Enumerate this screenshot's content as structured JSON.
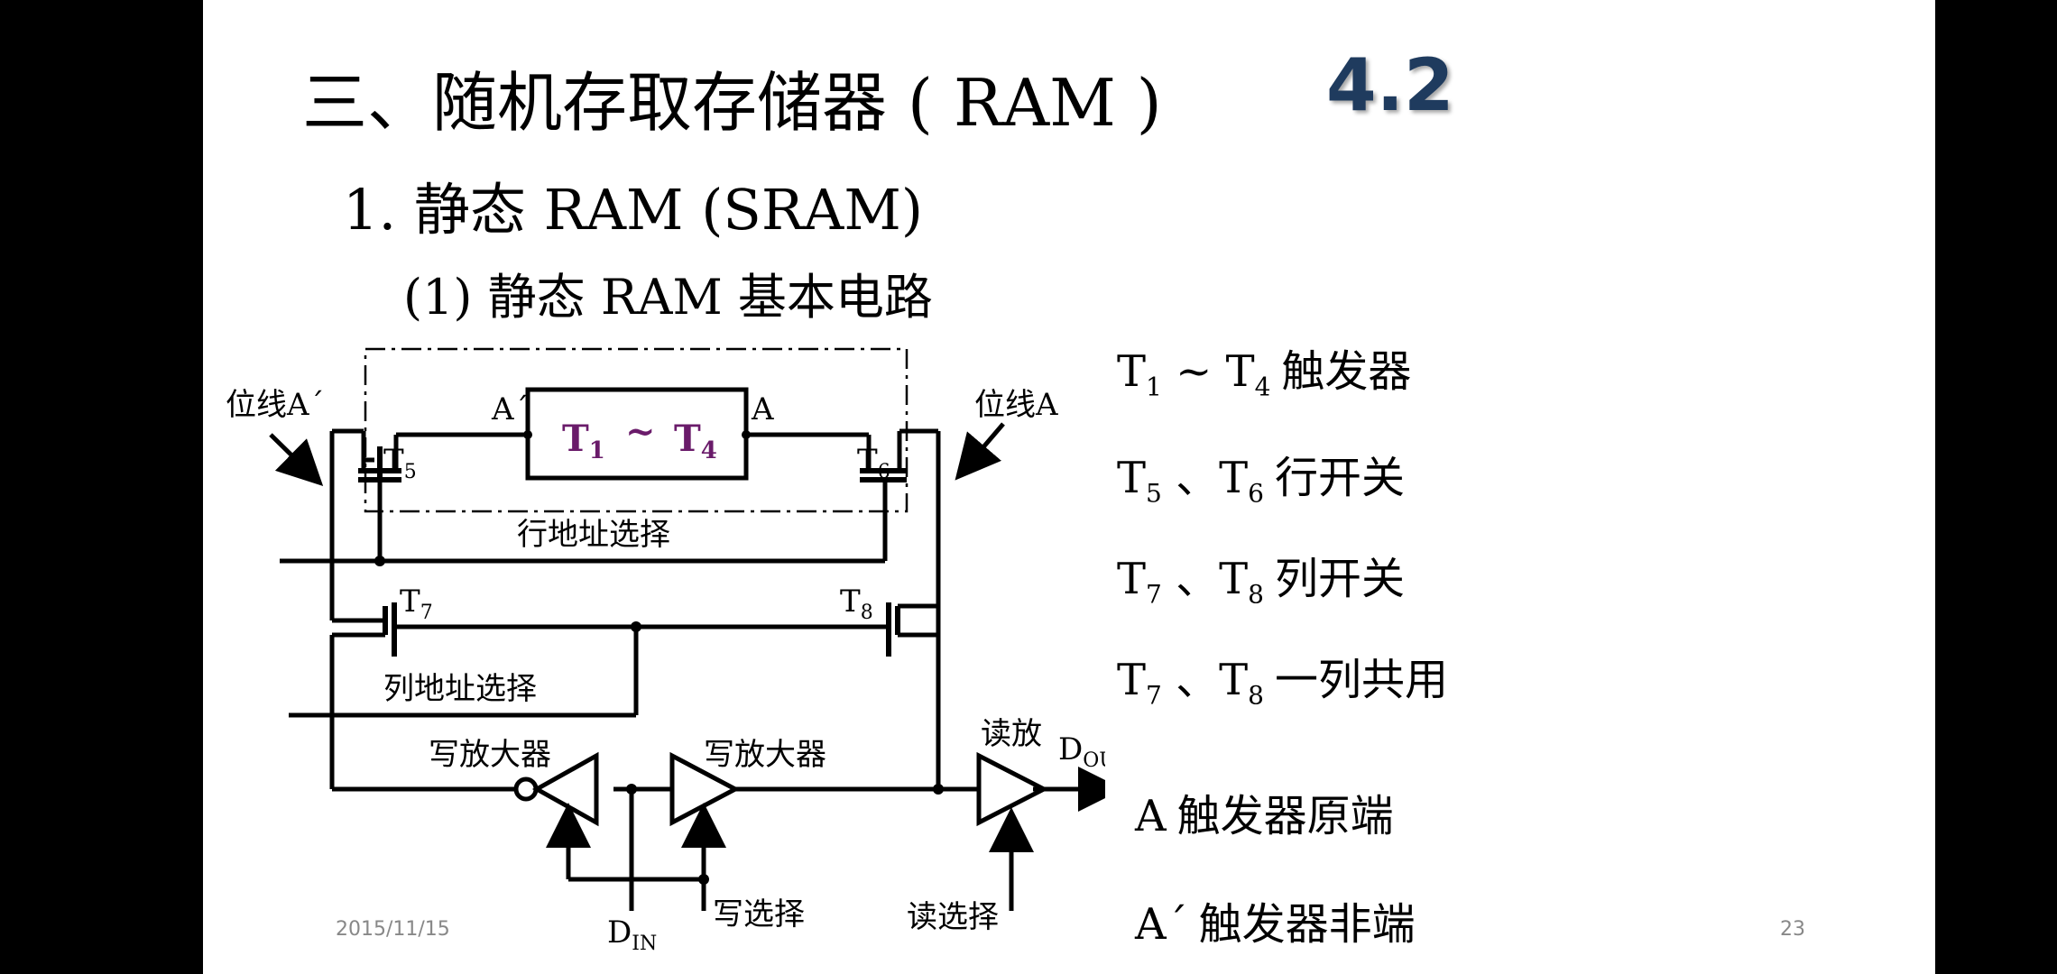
{
  "slide": {
    "title": "三、随机存取存储器 ( RAM )",
    "section_number": "4.2",
    "subtitle": "1. 静态 RAM (SRAM)",
    "subsubtitle": "(1) 静态 RAM 基本电路",
    "date": "2015/11/15",
    "page_number": "23"
  },
  "circuit": {
    "bitline_a_prime": "位线A΄",
    "bitline_a": "位线A",
    "node_a_prime": "A΄",
    "node_a": "A",
    "block_label_t1": "T",
    "block_sub_1": "1",
    "block_tilde": "~",
    "block_label_t4": "T",
    "block_sub_4": "4",
    "t5": "T",
    "t5_sub": "5",
    "t6": "T",
    "t6_sub": "6",
    "t7": "T",
    "t7_sub": "7",
    "t8": "T",
    "t8_sub": "8",
    "row_select": "行地址选择",
    "col_select": "列地址选择",
    "write_amp_left": "写放大器",
    "write_amp_right": "写放大器",
    "read_amp": "读放",
    "dout": "D",
    "dout_sub": "OUT",
    "din": "D",
    "din_sub": "IN",
    "write_select": "写选择",
    "read_select": "读选择"
  },
  "legend": [
    {
      "a": "T",
      "a_sub": "1",
      "sep": " ~ ",
      "b": "T",
      "b_sub": "4",
      "desc": "触发器"
    },
    {
      "a": "T",
      "a_sub": "5",
      "sep": " 、",
      "b": "T",
      "b_sub": "6",
      "desc": "行开关"
    },
    {
      "a": "T",
      "a_sub": "7",
      "sep": " 、",
      "b": "T",
      "b_sub": "8",
      "desc": "列开关"
    },
    {
      "a": "T",
      "a_sub": "7",
      "sep": " 、",
      "b": "T",
      "b_sub": "8",
      "desc": "一列共用"
    },
    {
      "a": "A",
      "desc": "触发器原端"
    },
    {
      "a": "A΄",
      "desc": "触发器非端"
    }
  ]
}
